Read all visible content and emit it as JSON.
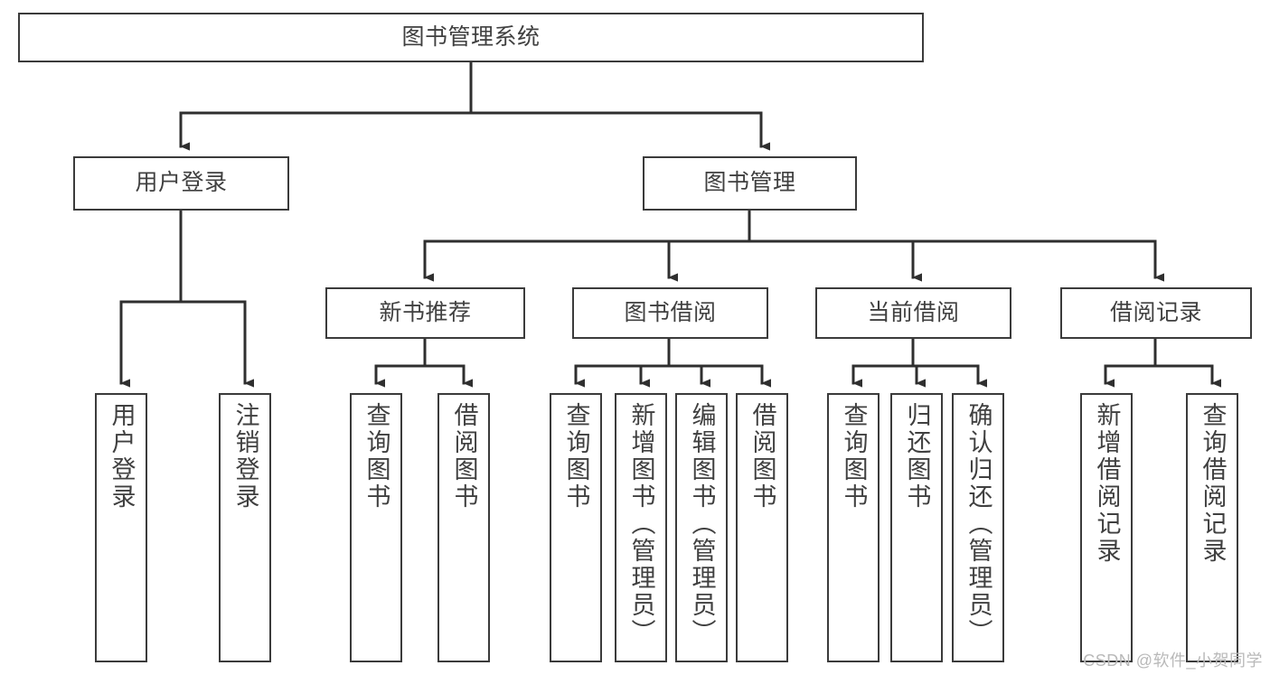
{
  "diagram": {
    "title": "图书管理系统",
    "type": "tree-hierarchy-chart",
    "root": {
      "label": "图书管理系统"
    },
    "level2": [
      {
        "label": "用户登录"
      },
      {
        "label": "图书管理"
      }
    ],
    "level3": [
      {
        "label": "新书推荐"
      },
      {
        "label": "图书借阅"
      },
      {
        "label": "当前借阅"
      },
      {
        "label": "借阅记录"
      }
    ],
    "leaves": {
      "user_login": [
        {
          "label": "用户登录"
        },
        {
          "label": "注销登录"
        }
      ],
      "new_book_recommend": [
        {
          "label": "查询图书"
        },
        {
          "label": "借阅图书"
        }
      ],
      "book_borrow": [
        {
          "label": "查询图书"
        },
        {
          "label": "新增图书（管理员）"
        },
        {
          "label": "编辑图书（管理员）"
        },
        {
          "label": "借阅图书"
        }
      ],
      "current_borrow": [
        {
          "label": "查询图书"
        },
        {
          "label": "归还图书"
        },
        {
          "label": "确认归还（管理员）"
        }
      ],
      "borrow_record": [
        {
          "label": "新增借阅记录"
        },
        {
          "label": "查询借阅记录"
        }
      ]
    }
  },
  "watermark": {
    "text": "CSDN @软件_小贺同学"
  },
  "colors": {
    "stroke": "#3b3b3b",
    "text": "#404040",
    "background": "#ffffff",
    "watermark": "#b9b9b9"
  }
}
